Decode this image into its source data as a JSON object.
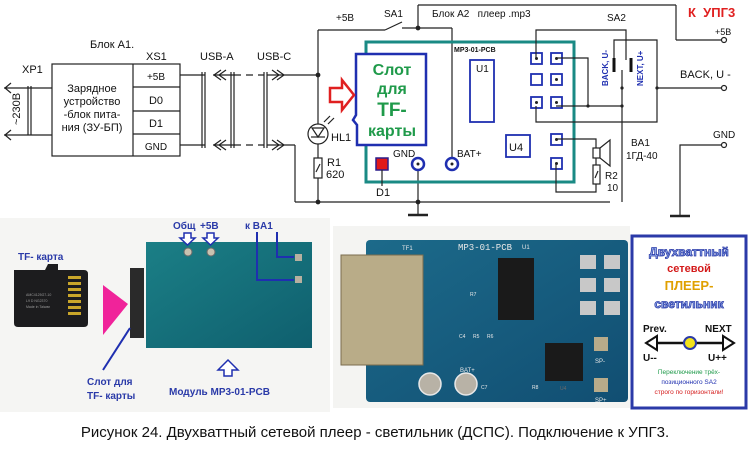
{
  "schematic": {
    "block_a1": {
      "title": "Блок A1.",
      "plug": "XP1",
      "mains": "~230В",
      "connector": "XS1",
      "device_lines": [
        "Зарядное",
        "устройство",
        "-блок пита-",
        "ния (ЗУ-БП)"
      ],
      "pins": [
        "+5В",
        "D0",
        "D1",
        "GND"
      ]
    },
    "usb_a": "USB-A",
    "usb_c": "USB-C",
    "plus5_label": "+5В",
    "switch1": "SA1",
    "block_a2": "Блок A2   плеер .mp3",
    "module_name": "MP3-01-PCB",
    "slot_lines": [
      "Слот",
      "для",
      "TF-",
      "карты"
    ],
    "u1": "U1",
    "u4": "U4",
    "gnd_pad": "GND",
    "bat_pad": "BAT+",
    "d1": "D1",
    "led": "HL1",
    "r1": [
      "R1",
      "620"
    ],
    "switch2": "SA2",
    "back_label": "BACK, U-",
    "next_label": "NEXT, U+",
    "speaker": [
      "BA1",
      "1ГД-40"
    ],
    "r2": [
      "R2",
      "10"
    ],
    "to_upg": "К  УПГ3",
    "out_plus5": "+5В",
    "out_back": "BACK, U -",
    "out_gnd": "GND"
  },
  "photo_left": {
    "card_label": "TF- карта",
    "common": "Общ",
    "plus5": "+5В",
    "to_ba1": "к BA1",
    "slot_lines": [
      "Слот для",
      "TF- карты"
    ],
    "module": "Модуль MP3-01-PCB",
    "card_print": [
      "AMC4125G7-10",
      "L9 D  NG2370",
      "Made in Taiwan"
    ]
  },
  "photo_right": {
    "silk_title": "MP3-01-PCB",
    "silk_u1": "U1",
    "silk_tf": "TF1",
    "silk_labels": [
      "C4",
      "R5",
      "R6",
      "R7",
      "C7",
      "R8",
      "BAT+",
      "SP-",
      "SP+",
      "U4"
    ]
  },
  "legend_card": {
    "line1": "Двухваттный",
    "line2": "сетевой",
    "line3": "ПЛЕЕР-",
    "line4": "светильник",
    "prev": "Prev.",
    "next": "NEXT",
    "u_minus": "U--",
    "u_plus": "U++",
    "note1": "Переключение трёх-",
    "note2": "позиционного SA2",
    "note3": "строго по горизонтали!"
  },
  "caption": "Рисунок 24.  Двухваттный сетевой плеер - светильник (ДСПС). Подключение к УПГ3.",
  "colors": {
    "teal": "#1a8a84",
    "blue": "#1f2fb0",
    "green": "#1f9a4a",
    "red": "#e02020",
    "pcb": "#1f5f86",
    "pink": "#f0239a"
  }
}
